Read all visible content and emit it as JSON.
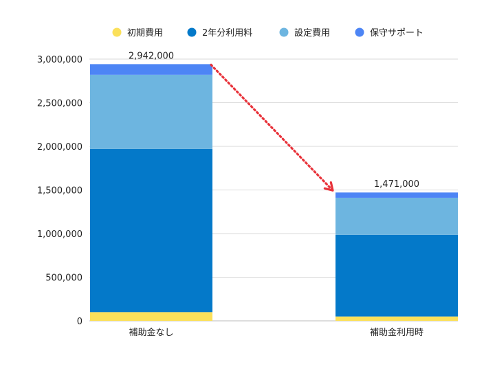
{
  "chart_data": {
    "type": "bar",
    "stacked": true,
    "categories": [
      "補助金なし",
      "補助金利用時"
    ],
    "series": [
      {
        "name": "初期費用",
        "color": "#fbe05a",
        "values": [
          100000,
          50000
        ]
      },
      {
        "name": "2年分利用料",
        "color": "#0479c9",
        "values": [
          1870000,
          935000
        ]
      },
      {
        "name": "設定費用",
        "color": "#6db5e0",
        "values": [
          850000,
          425000
        ]
      },
      {
        "name": "保守サポート",
        "color": "#4d85f5",
        "values": [
          122000,
          61000
        ]
      }
    ],
    "totals": [
      "2,942,000",
      "1,471,000"
    ],
    "ylim": [
      0,
      3000000
    ],
    "yticks": [
      0,
      500000,
      1000000,
      1500000,
      2000000,
      2500000,
      3000000
    ],
    "ytick_labels": [
      "0",
      "500,000",
      "1,000,000",
      "1,500,000",
      "2,000,000",
      "2,500,000",
      "3,000,000"
    ],
    "grid": true,
    "legend_position": "top",
    "annotation": {
      "type": "dotted-arrow",
      "color": "#e8323a",
      "from": "補助金なし",
      "to": "補助金利用時"
    }
  }
}
